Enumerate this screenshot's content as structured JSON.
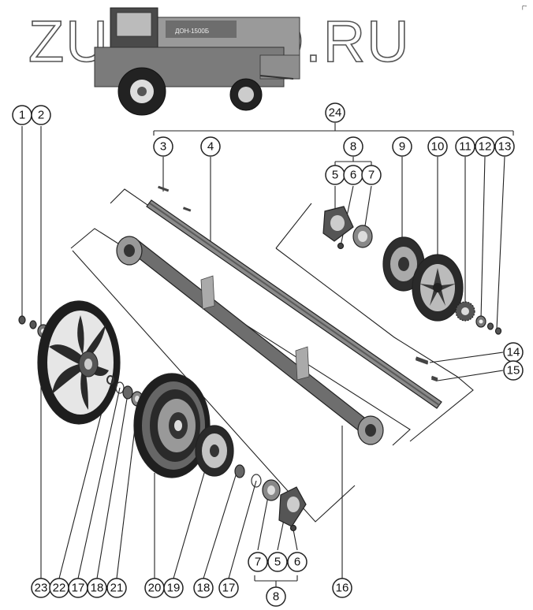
{
  "watermark": "ZUPAVTO.RU",
  "combine_label": "ДОН-1500Б",
  "corner_mark": "┌-",
  "colors": {
    "ink": "#222222",
    "part_dark": "#3a3a3a",
    "part_mid": "#7a7a7a",
    "part_light": "#c8c8c8"
  },
  "callouts": {
    "c1": "1",
    "c2": "2",
    "c3": "3",
    "c4": "4",
    "c5": "5",
    "c6": "6",
    "c7": "7",
    "c8": "8",
    "c9": "9",
    "c10": "10",
    "c11": "11",
    "c12": "12",
    "c13": "13",
    "c14": "14",
    "c15": "15",
    "c16": "16",
    "c24": "24",
    "b23": "23",
    "b22": "22",
    "b17a": "17",
    "b18a": "18",
    "b21": "21",
    "b20": "20",
    "b19": "19",
    "b18b": "18",
    "b17b": "17",
    "b7": "7",
    "b5": "5",
    "b6": "6",
    "b8": "8",
    "b16": "16"
  }
}
